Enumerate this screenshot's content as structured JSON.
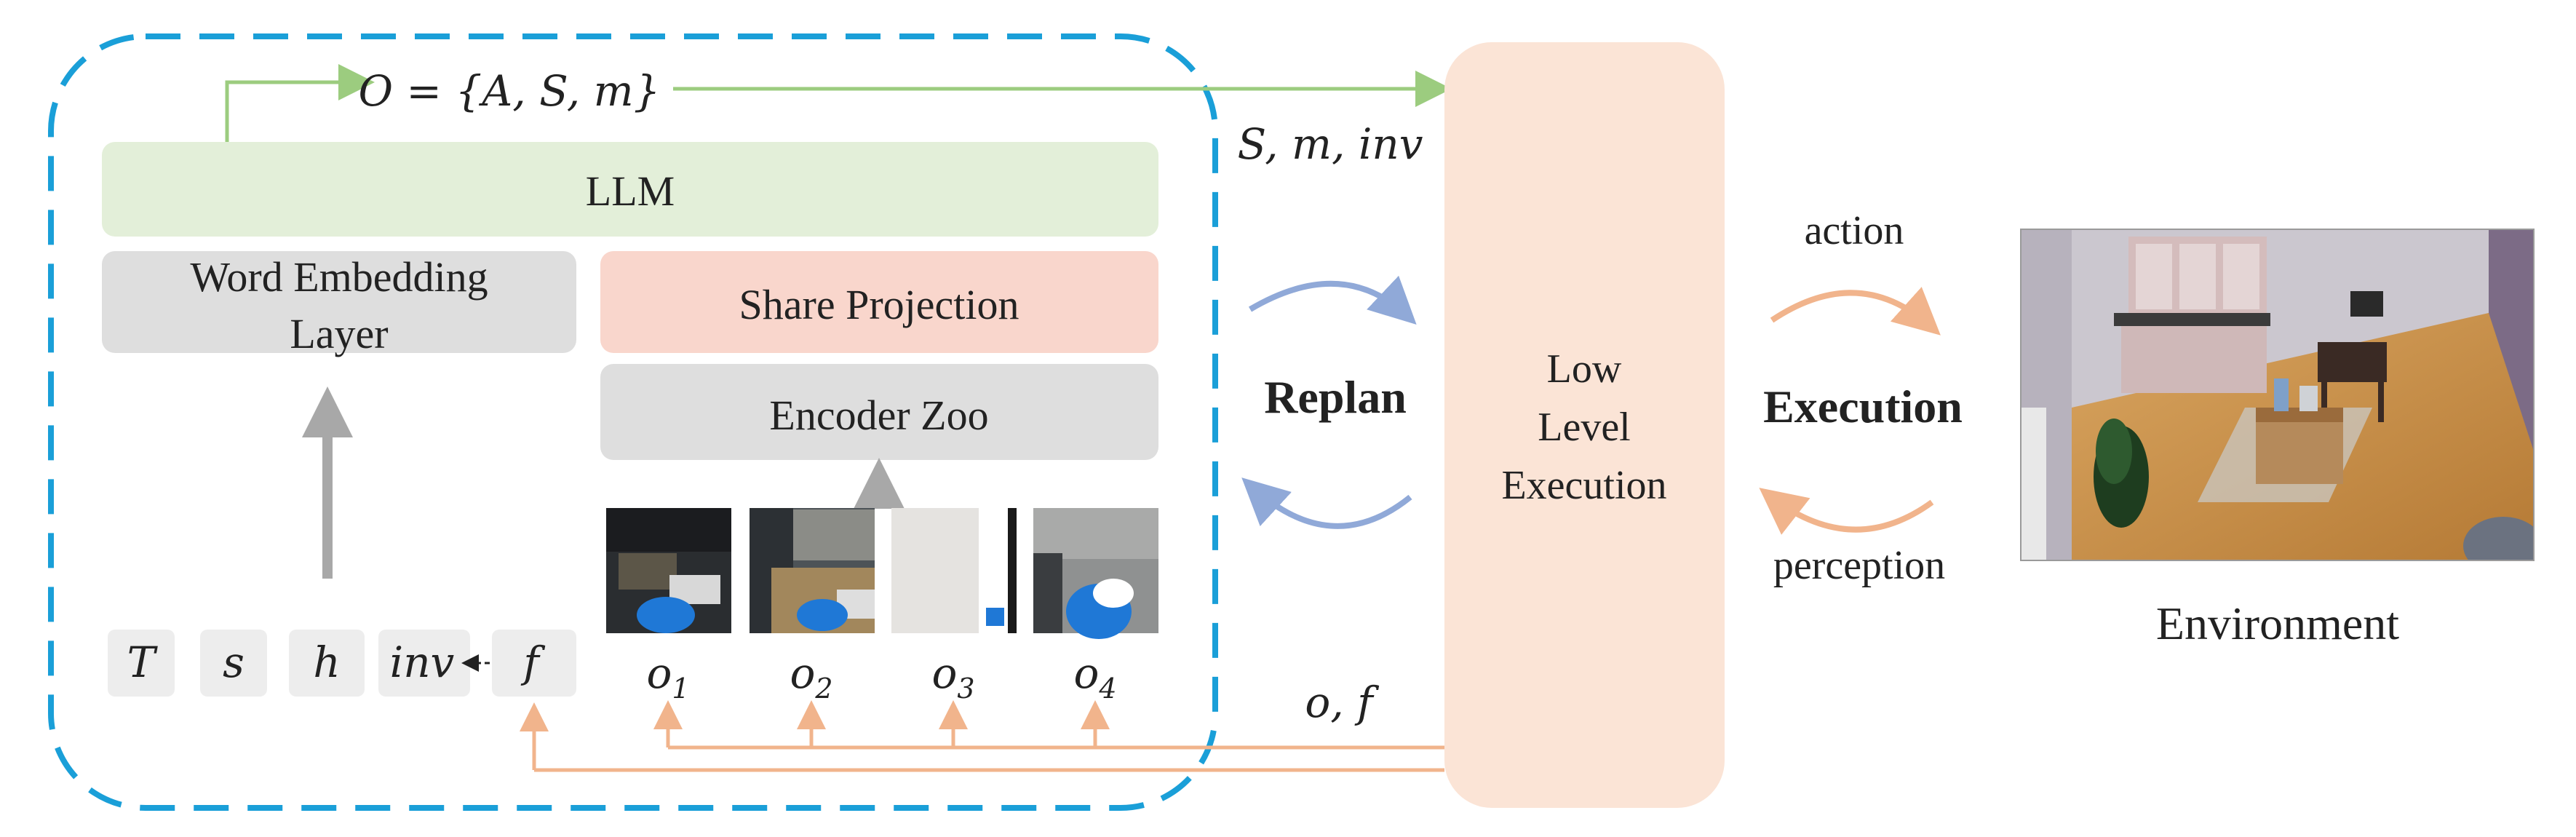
{
  "output_label": "O = {A, S, m}",
  "llm_label": "LLM",
  "word_embedding_label_1": "Word Embedding",
  "word_embedding_label_2": "Layer",
  "share_projection_label": "Share Projection",
  "encoder_zoo_label": "Encoder Zoo",
  "inputs": [
    "T",
    "s",
    "h",
    "inv",
    "f"
  ],
  "observations": [
    "o1",
    "o2",
    "o3",
    "o4"
  ],
  "observation_text": [
    {
      "base": "o",
      "sub": "1"
    },
    {
      "base": "o",
      "sub": "2"
    },
    {
      "base": "o",
      "sub": "3"
    },
    {
      "base": "o",
      "sub": "4"
    }
  ],
  "feedback_label": "S, m, inv",
  "replan_label": "Replan",
  "low_level_lines": [
    "Low",
    "Level",
    "Execution"
  ],
  "action_label": "action",
  "execution_label": "Execution",
  "perception_label": "perception",
  "environment_label": "Environment",
  "obs_feedback_label": "o, f",
  "colors": {
    "dashed_border": "#1a9fd8",
    "llm_fill": "#e3efd9",
    "grey_fill": "#dedede",
    "share_fill": "#f9d6cc",
    "low_level_fill": "#fbe4d6",
    "green_arrow": "#9ccc7f",
    "orange_arrow": "#f1b48c",
    "blue_arrow": "#90a9d8",
    "grey_arrow": "#a8a8a8"
  }
}
